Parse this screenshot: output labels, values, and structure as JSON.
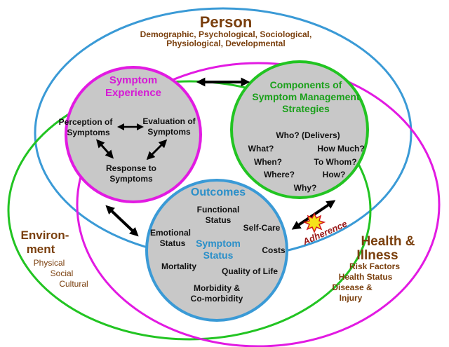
{
  "person": {
    "title": "Person",
    "line1": "Demographic, Psychological, Sociological,",
    "line2": "Physiological, Developmental"
  },
  "environment": {
    "title1": "Environ-",
    "title2": "ment",
    "items": [
      "Physical",
      "Social",
      "Cultural"
    ]
  },
  "health": {
    "title1": "Health &",
    "title2": "Illness",
    "items": [
      "Risk Factors",
      "Health Status",
      "Disease &",
      "Injury"
    ]
  },
  "symptom_experience": {
    "title1": "Symptom",
    "title2": "Experience",
    "perception1": "Perception of",
    "perception2": "Symptoms",
    "evaluation1": "Evaluation of",
    "evaluation2": "Symptoms",
    "response1": "Response to",
    "response2": "Symptoms"
  },
  "components": {
    "title1": "Components of",
    "title2": "Symptom Management",
    "title3": "Strategies",
    "who": "Who? (Delivers)",
    "what": "What?",
    "how_much": "How Much?",
    "when": "When?",
    "to_whom": "To Whom?",
    "where": "Where?",
    "how": "How?",
    "why": "Why?"
  },
  "outcomes": {
    "title": "Outcomes",
    "functional1": "Functional",
    "functional2": "Status",
    "self_care": "Self-Care",
    "emotional1": "Emotional",
    "emotional2": "Status",
    "symptom_status1": "Symptom",
    "symptom_status2": "Status",
    "costs": "Costs",
    "mortality": "Mortality",
    "quality": "Quality of Life",
    "morbidity1": "Morbidity &",
    "morbidity2": "Co-morbidity"
  },
  "adherence": "Adherence",
  "colors": {
    "person_ring": "#3a9ad6",
    "environment_ring": "#22c422",
    "health_ring": "#e21ae2",
    "inner_fill": "#c8c8c8",
    "title_brown": "#7a3f0d"
  }
}
